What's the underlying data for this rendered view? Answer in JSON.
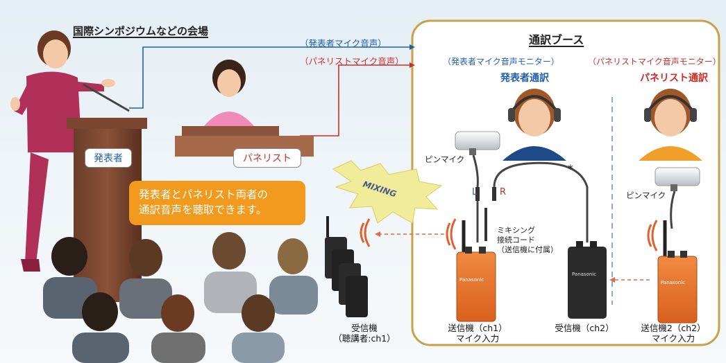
{
  "venue": {
    "title": "国際シンポジウムなどの会場",
    "speaker_tag": "発表者",
    "panelist_tag": "パネリスト",
    "callout_line1": "発表者とパネリスト両者の",
    "callout_line2": "通訳音声を聴取できます。"
  },
  "audio_lines": {
    "speaker_mic": "（発表者マイク音声）",
    "panelist_mic": "（パネリストマイク音声）"
  },
  "booth": {
    "title": "通訳ブース",
    "speaker_monitor": "（発表者マイク音声モニター）",
    "panelist_monitor": "（パネリストマイク音声モニター）",
    "speaker_interpreter": "発表者通訳",
    "panelist_interpreter": "パネリスト通訳",
    "pin_mic_left": "ピンマイク",
    "pin_mic_right": "ピンマイク",
    "asterisk": "*",
    "channel_l": "L",
    "channel_r": "R",
    "mixing_cord_line1": "ミキシング",
    "mixing_cord_line2": "接続コード",
    "mixing_cord_line3": "（送信機に付属）"
  },
  "devices": {
    "tx1_line1": "送信機（ch1）",
    "tx1_line2": "マイク入力",
    "rx2_line1": "受信機（ch2）",
    "tx2_line1": "送信機2（ch2）",
    "tx2_line2": "マイク入力",
    "rx_audience_line1": "受信機",
    "rx_audience_line2": "（聴講者:ch1）",
    "brand": "Panasonic"
  },
  "mixing_badge": "MIXING",
  "colors": {
    "blue": "#1f5fae",
    "red": "#c8302a",
    "orange": "#f19a1d",
    "booth_border": "#c8a24a",
    "transmitter": "#e8722c",
    "receiver": "#2b2b2b"
  }
}
